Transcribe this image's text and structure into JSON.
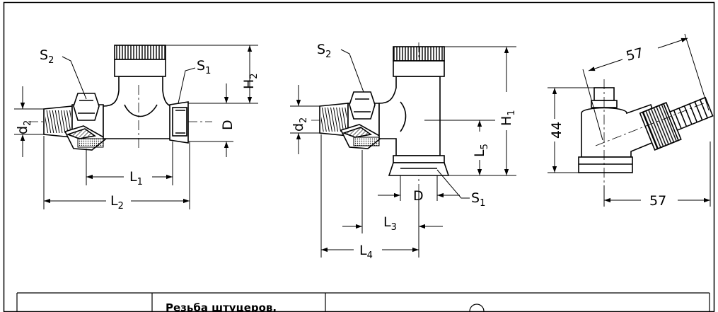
{
  "view1": {
    "label_S2": "S",
    "label_S2_sub": "2",
    "label_S1": "S",
    "label_S1_sub": "1",
    "label_d2": "d",
    "label_d2_sub": "2",
    "label_D": "D",
    "label_H2": "H",
    "label_H2_sub": "2",
    "label_L1": "L",
    "label_L1_sub": "1",
    "label_L2": "L",
    "label_L2_sub": "2"
  },
  "view2": {
    "label_S2": "S",
    "label_S2_sub": "2",
    "label_d2": "d",
    "label_d2_sub": "2",
    "label_H1": "H",
    "label_H1_sub": "1",
    "label_L5": "L",
    "label_L5_sub": "5",
    "label_D": "D",
    "label_S1": "S",
    "label_S1_sub": "1",
    "label_L3": "L",
    "label_L3_sub": "3",
    "label_L4": "L",
    "label_L4_sub": "4"
  },
  "view3": {
    "dim_top": "57",
    "dim_left": "44",
    "dim_bottom": "57"
  },
  "table": {
    "header_col2": "Резьба штуцеров,"
  }
}
